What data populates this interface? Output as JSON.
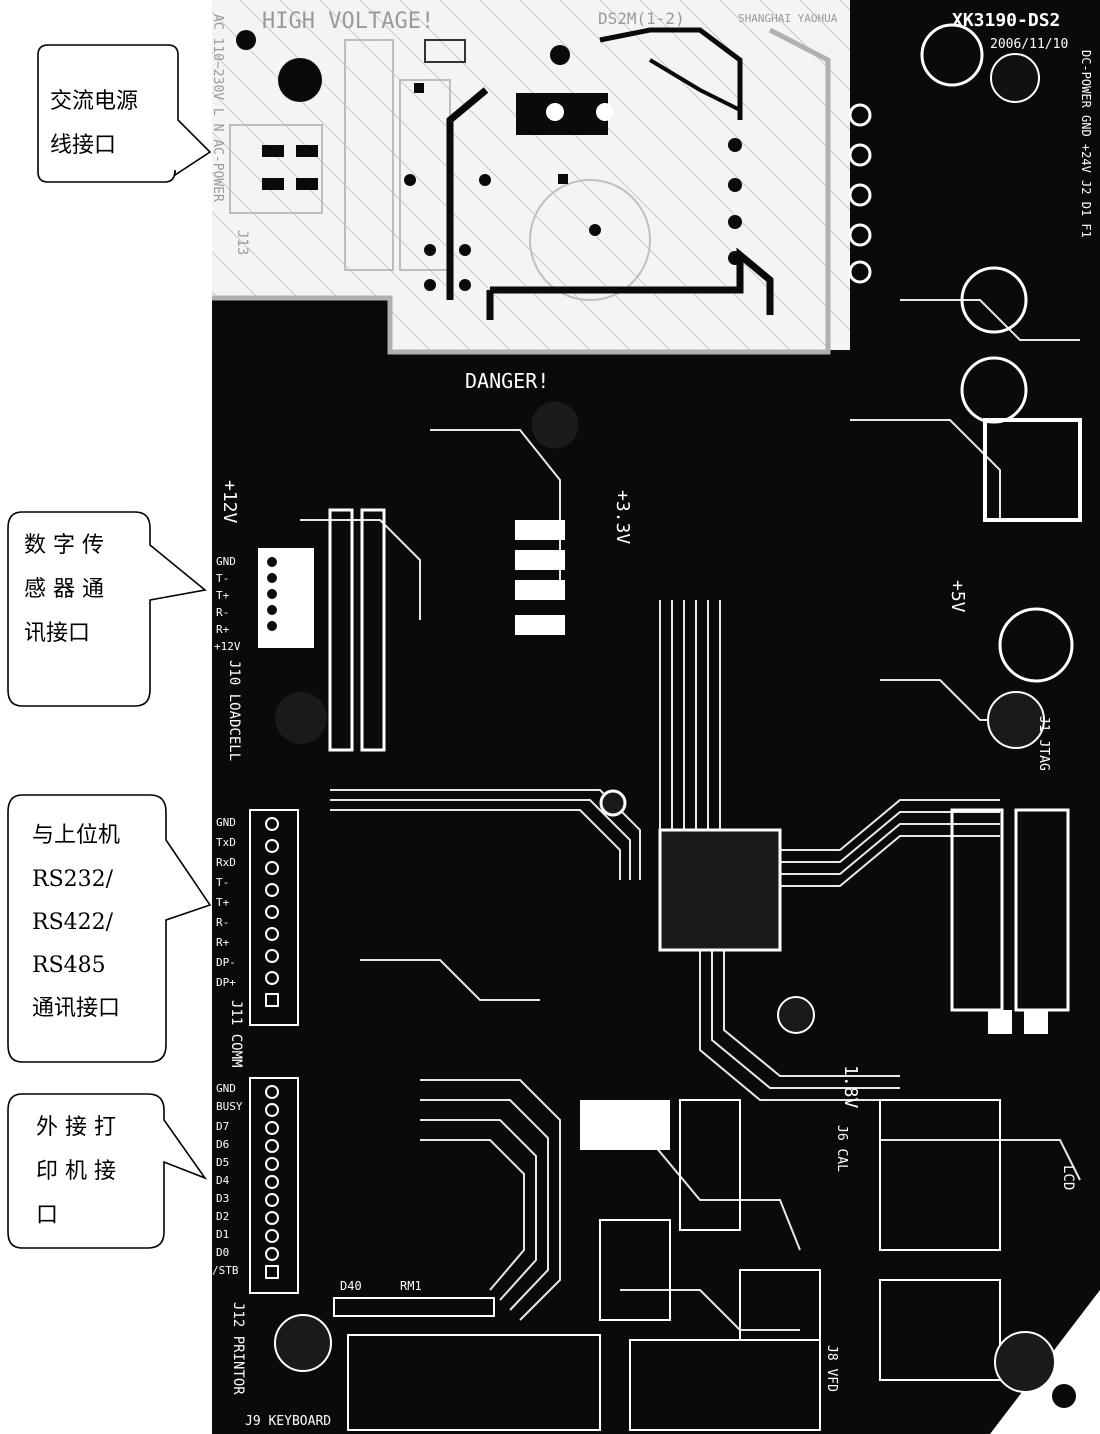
{
  "board": {
    "high_voltage_label": "HIGH VOLTAGE!",
    "model_label": "DS2M(1-2)",
    "maker_label": "SHANGHAI YAOHUA",
    "part_label": "XK3190-DS2",
    "date_label": "2006/11/10",
    "ac_label": "AC 110~230V L N AC-POWER",
    "j13_label": "J13",
    "danger_label": "DANGER!",
    "dc_power_label": "DC-POWER GND +24V J2 D1 F1",
    "v12_label": "+12V",
    "v33_label": "+3.3V",
    "v5_label": "+5V",
    "v18_label": "1.8V",
    "loadcell_label": "J10 LOADCELL",
    "comm_label": "J11 COMM",
    "printer_label": "J12 PRINTOR",
    "keyboard_label": "J9 KEYBOARD",
    "jtag_label": "J1 JTAG",
    "cal_label": "J6 CAL",
    "vfd_label": "J8 VFD",
    "lcd_label": "LCD",
    "d40_label": "D40",
    "rm1_label": "RM1",
    "loadcell_pins": [
      "GND",
      "T-",
      "T+",
      "R-",
      "R+",
      "+12V"
    ],
    "comm_pins": [
      "GND",
      "TxD",
      "RxD",
      "T-",
      "T+",
      "R-",
      "R+",
      "DP-",
      "DP+"
    ],
    "printer_pins": [
      "GND",
      "BUSY",
      "D7",
      "D6",
      "D5",
      "D4",
      "D3",
      "D2",
      "D1",
      "D0",
      "/STB"
    ]
  },
  "callouts": [
    {
      "lines": [
        "交流电源",
        "线接口"
      ]
    },
    {
      "lines": [
        "数 字 传",
        "感 器 通",
        "讯接口"
      ]
    },
    {
      "lines": [
        "与上位机",
        "RS232/",
        "RS422/",
        "RS485",
        "通讯接口"
      ]
    },
    {
      "lines": [
        "外 接 打",
        "印 机 接",
        "口"
      ]
    }
  ]
}
